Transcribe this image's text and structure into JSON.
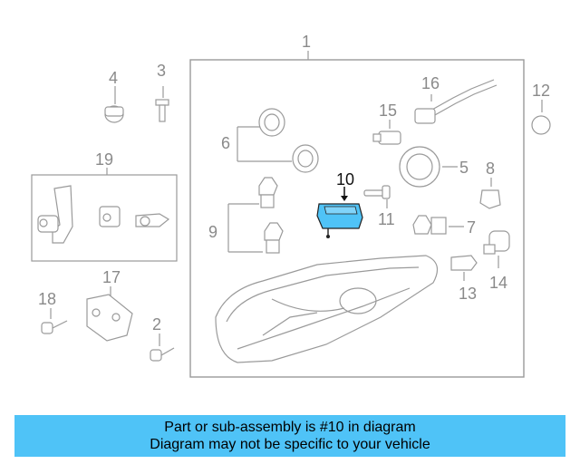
{
  "diagram": {
    "highlight_color": "#4fc3f7",
    "labels": {
      "l1": "1",
      "l2": "2",
      "l3": "3",
      "l4": "4",
      "l5": "5",
      "l6": "6",
      "l7": "7",
      "l8": "8",
      "l9": "9",
      "l10": "10",
      "l11": "11",
      "l12": "12",
      "l13": "13",
      "l14": "14",
      "l15": "15",
      "l16": "16",
      "l17": "17",
      "l18": "18",
      "l19": "19"
    },
    "highlighted_part": "10"
  },
  "banner": {
    "line1": "Part or sub-assembly is #10 in diagram",
    "line2": "Diagram may not be specific to your vehicle"
  }
}
